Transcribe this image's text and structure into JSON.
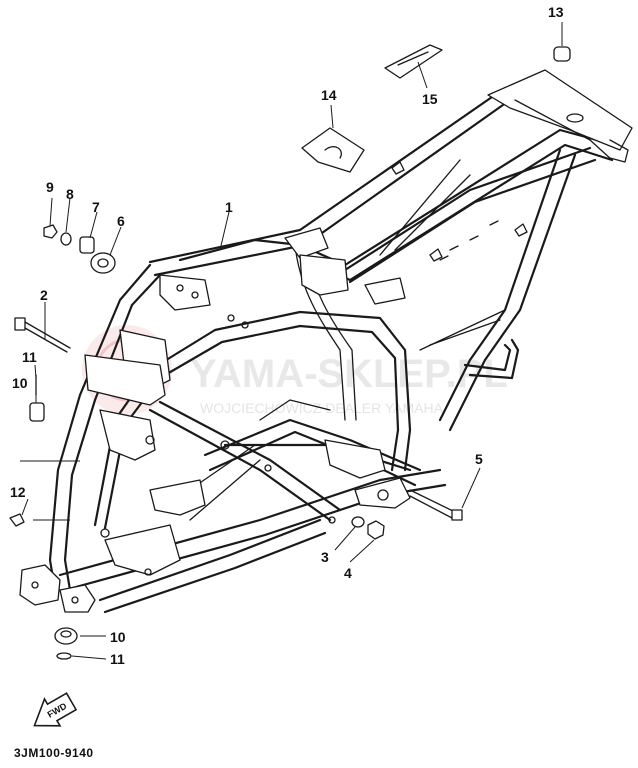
{
  "diagram_code": "3JM100-9140",
  "watermark": {
    "title": "YAMA-SKLEP.PL",
    "subtitle": "WOJCIECHOWICZ DEALER YAMAHA",
    "logo_color": "#e8a0a0"
  },
  "fwd_label": "FWD",
  "callouts": [
    {
      "id": "c13",
      "label": "13"
    },
    {
      "id": "c15",
      "label": "15"
    },
    {
      "id": "c14",
      "label": "14"
    },
    {
      "id": "c1",
      "label": "1"
    },
    {
      "id": "c9",
      "label": "9"
    },
    {
      "id": "c8",
      "label": "8"
    },
    {
      "id": "c7",
      "label": "7"
    },
    {
      "id": "c6",
      "label": "6"
    },
    {
      "id": "c2",
      "label": "2"
    },
    {
      "id": "c11a",
      "label": "11"
    },
    {
      "id": "c10a",
      "label": "10"
    },
    {
      "id": "c12",
      "label": "12"
    },
    {
      "id": "c5",
      "label": "5"
    },
    {
      "id": "c3",
      "label": "3"
    },
    {
      "id": "c4",
      "label": "4"
    },
    {
      "id": "c10b",
      "label": "10"
    },
    {
      "id": "c11b",
      "label": "11"
    }
  ],
  "colors": {
    "line": "#1a1a1a",
    "background": "#ffffff"
  }
}
